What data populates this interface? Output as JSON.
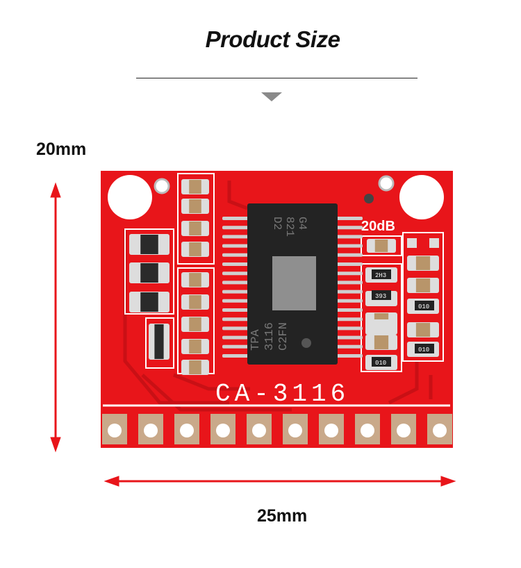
{
  "header": {
    "title": "Product Size"
  },
  "dimensions": {
    "height": "20mm",
    "width": "25mm"
  },
  "board": {
    "model_silk": "CA-3116",
    "gain_silk": "20dB",
    "chip_lines": [
      "TPA",
      "3116",
      "C2FN"
    ],
    "chip_top_lines": [
      "D2",
      "821",
      "G4"
    ],
    "resistor_codes": [
      "2H3",
      "393",
      "010",
      "010",
      "010"
    ],
    "pin_count": 10
  },
  "colors": {
    "pcb": "#e8151a",
    "arrow": "#e8151a",
    "silk": "#ffffff",
    "chip": "#232323"
  }
}
